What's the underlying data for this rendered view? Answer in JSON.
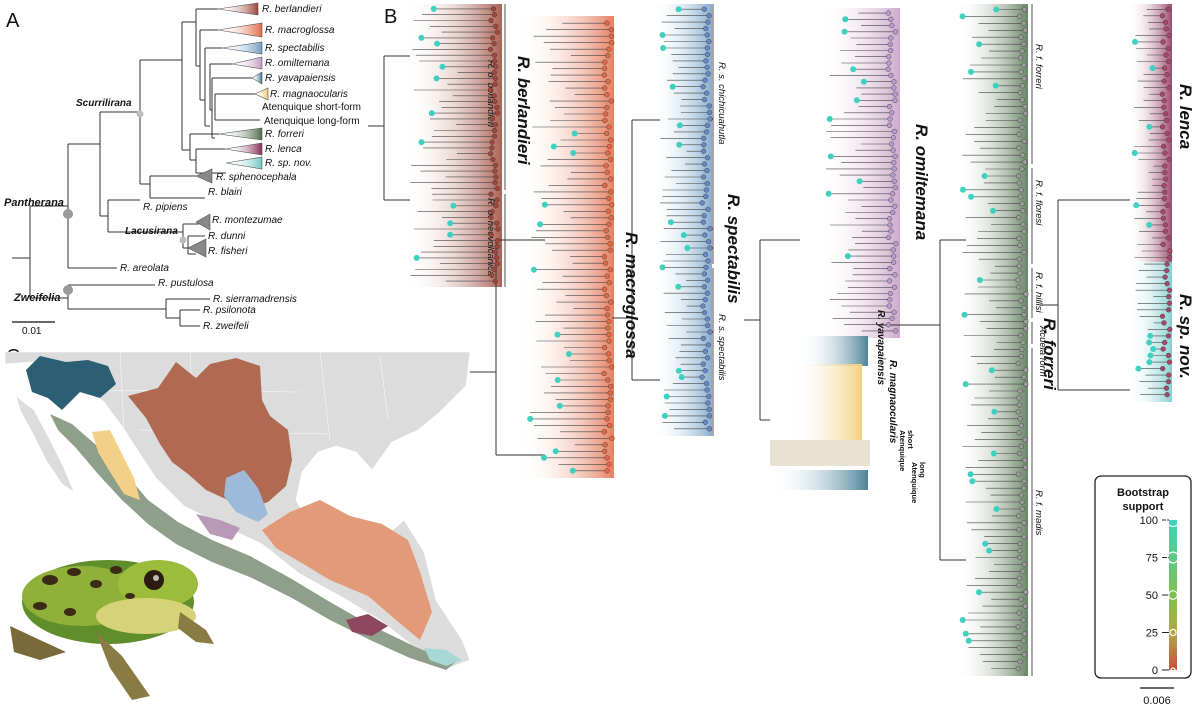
{
  "panels": [
    "A",
    "B",
    "C"
  ],
  "panel_a": {
    "groups": {
      "scurrilirana": "Scurrilirana",
      "pantherana": "Pantherana",
      "lacusirana": "Lacusirana",
      "zweifelia": "Zweifelia"
    },
    "taxa": [
      "R. berlandieri",
      "R. macroglossa",
      "R. spectabilis",
      "R. omiltemana",
      "R. yavapaiensis",
      "R. magnaocularis",
      "Atenquique short-form",
      "Atenquique long-form",
      "R. forreri",
      "R. lenca",
      "R. sp. nov.",
      "R. sphenocephala",
      "R. blairi",
      "R. pipiens",
      "R. montezumae",
      "R. dunni",
      "R. fisheri",
      "R. areolata",
      "R. pustulosa",
      "R. sierramadrensis",
      "R. psilonota",
      "R. zweifeli"
    ],
    "scale_label": "0.01",
    "colors": {
      "berlandieri": "#a0463a",
      "macroglossa": "#e06a46",
      "spectabilis": "#7aa6c8",
      "omiltemana": "#c9a0c0",
      "yavapaiensis": "#2e6e88",
      "magnaocularis": "#f2c96b",
      "forreri": "#4f6e4c",
      "lenca": "#8a2c52",
      "spnov": "#6fc8c4"
    }
  },
  "panel_b": {
    "clades": {
      "berlandieri": "R. berlandieri",
      "macroglossa": "R. macroglossa",
      "spectabilis": "R. spectabilis",
      "omiltemana": "R. omiltemana",
      "yavapaiensis": "R. yavapaiensis",
      "magnaocularis": "R. magnaocularis",
      "forreri": "R. forreri",
      "lenca": "R. lenca",
      "spnov": "R. sp. nov."
    },
    "subclades": {
      "b_berlandieri": "R. b. berlandieri",
      "b_neovolcanica": "R. b. neovolcanica",
      "s_chichicuahutla": "R. s. chichicuahutla",
      "s_spectabilis": "R. s. spectabilis",
      "f_forreri": "R. f. forreri",
      "f_floresi": "R. f. floresi",
      "f_hillisi": "R. f. hillisi",
      "acuela": "Acuela form",
      "f_madis": "R. f. madis"
    },
    "atenquique_short": [
      "Atenquique",
      "short"
    ],
    "atenquique_long": [
      "Atenquique",
      "long"
    ],
    "legend": {
      "title": [
        "Bootstrap",
        "support"
      ],
      "ticks": [
        "100",
        "75",
        "50",
        "25",
        "0"
      ],
      "values": [
        100,
        75,
        50,
        25,
        0
      ]
    },
    "scale_label": "0.006"
  },
  "panel_c": {
    "map_colors": {
      "land": "#dcdcdc",
      "yavapaiensis": "#2c5f73",
      "berlandieri": "#b06a52",
      "forreri": "#8fa08a",
      "magnaocularis": "#f2d08a",
      "macroglossa": "#e39a78",
      "spectabilis": "#9dbbd8",
      "omiltemana": "#b89ab8",
      "lenca": "#8f4760",
      "spnov": "#a8d8d6"
    }
  }
}
